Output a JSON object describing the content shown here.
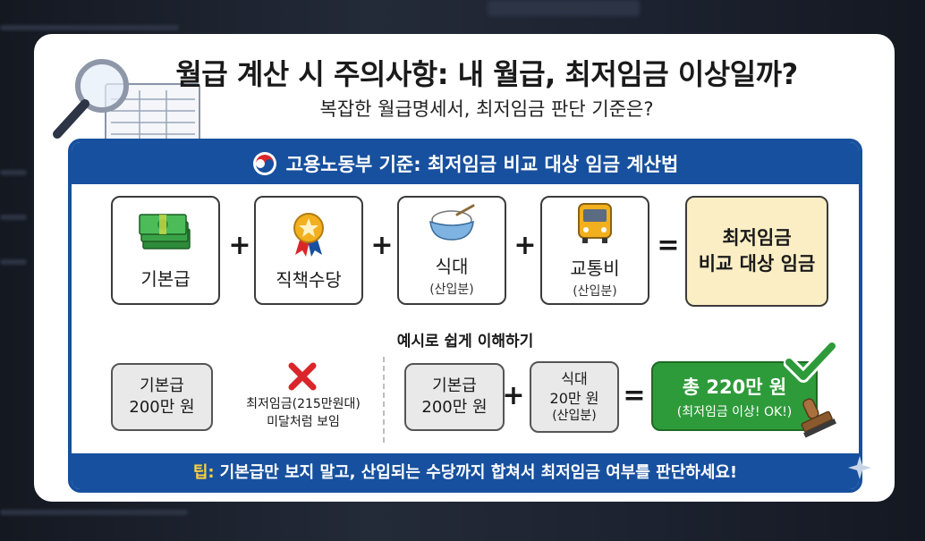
{
  "header": {
    "title": "월급 계산 시 주의사항: 내 월급, 최저임금 이상일까?",
    "subtitle": "복잡한 월급명세서, 최저임금 판단 기준은?"
  },
  "panel": {
    "title": "고용노동부 기준: 최저임금 비교 대상 임금 계산법"
  },
  "formula": {
    "items": [
      {
        "label": "기본급",
        "note": "",
        "icon": "money-stack-icon"
      },
      {
        "label": "직책수당",
        "note": "",
        "icon": "award-medal-icon"
      },
      {
        "label": "식대",
        "note": "(산입분)",
        "icon": "rice-bowl-icon"
      },
      {
        "label": "교통비",
        "note": "(산입분)",
        "icon": "bus-icon"
      }
    ],
    "plus": "+",
    "equals": "=",
    "result_line1": "최저임금",
    "result_line2": "비교 대상 임금"
  },
  "example": {
    "title": "예시로 쉽게 이해하기",
    "wrong_base_line1": "기본급",
    "wrong_base_line2": "200만 원",
    "wrong_note_line1": "최저임금(215만원대)",
    "wrong_note_line2": "미달처럼 보임",
    "base_line1": "기본급",
    "base_line2": "200만 원",
    "meal_line1": "식대",
    "meal_line2": "20만 원",
    "meal_note": "(산입분)",
    "total_main": "총 220만 원",
    "total_sub": "(최저임금 이상! OK!)"
  },
  "footer": {
    "tip_label": "팁:",
    "tip_text": "기본급만 보지 말고, 산입되는 수당까지 합쳐서 최저임금 여부를 판단하세요!"
  },
  "colors": {
    "brand_blue": "#17509e",
    "highlight_yellow": "#fbeec4",
    "ok_green": "#2e9b3a",
    "fail_red": "#d9262b",
    "tip_yellow": "#ffd23a"
  }
}
